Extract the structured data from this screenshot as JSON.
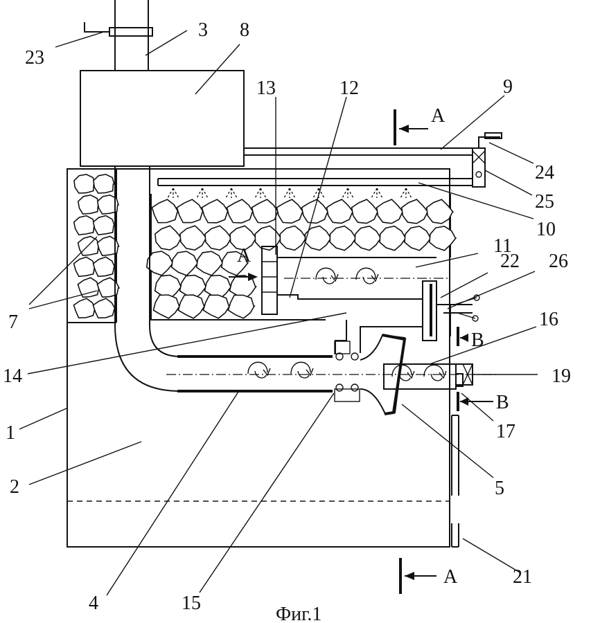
{
  "labels": {
    "n1": "1",
    "n2": "2",
    "n3": "3",
    "n4": "4",
    "n5": "5",
    "n7": "7",
    "n8": "8",
    "n9": "9",
    "n10": "10",
    "n11": "11",
    "n12": "12",
    "n13": "13",
    "n14": "14",
    "n15": "15",
    "n16": "16",
    "n17": "17",
    "n19": "19",
    "n21": "21",
    "n22": "22",
    "n23": "23",
    "n24": "24",
    "n25": "25",
    "n26": "26"
  },
  "sections": {
    "a_top": "A",
    "a_left": "A",
    "a_bottom": "A",
    "b_upper": "B",
    "b_lower": "B"
  },
  "caption": "Фиг.1"
}
